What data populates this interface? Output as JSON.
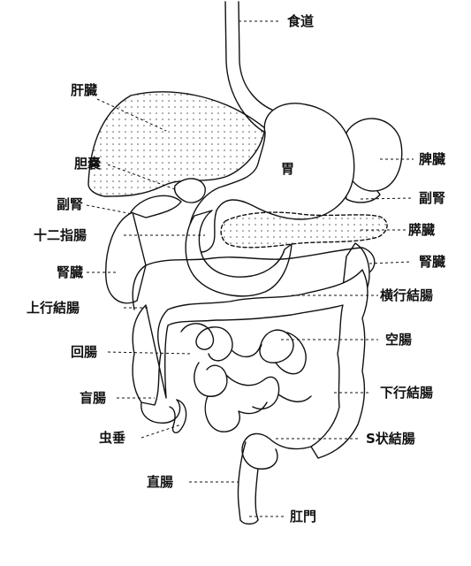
{
  "colors": {
    "stroke": "#111111",
    "fill": "#ffffff",
    "dots": "#555555"
  },
  "labels": {
    "esophagus": "食道",
    "liver": "肝臓",
    "stomach": "胃",
    "spleen": "脾臓",
    "gallbladder": "胆嚢",
    "adrenal_left": "副腎",
    "adrenal_right": "副腎",
    "duodenum": "十二指腸",
    "pancreas": "膵臓",
    "kidney_left": "腎臓",
    "kidney_right": "腎臓",
    "transverse_colon": "横行結腸",
    "ascending_colon": "上行結腸",
    "jejunum": "空腸",
    "ileum": "回腸",
    "cecum": "盲腸",
    "descending_colon": "下行結腸",
    "appendix": "虫垂",
    "sigmoid_colon": "S状結腸",
    "rectum": "直腸",
    "anus": "肛門"
  }
}
